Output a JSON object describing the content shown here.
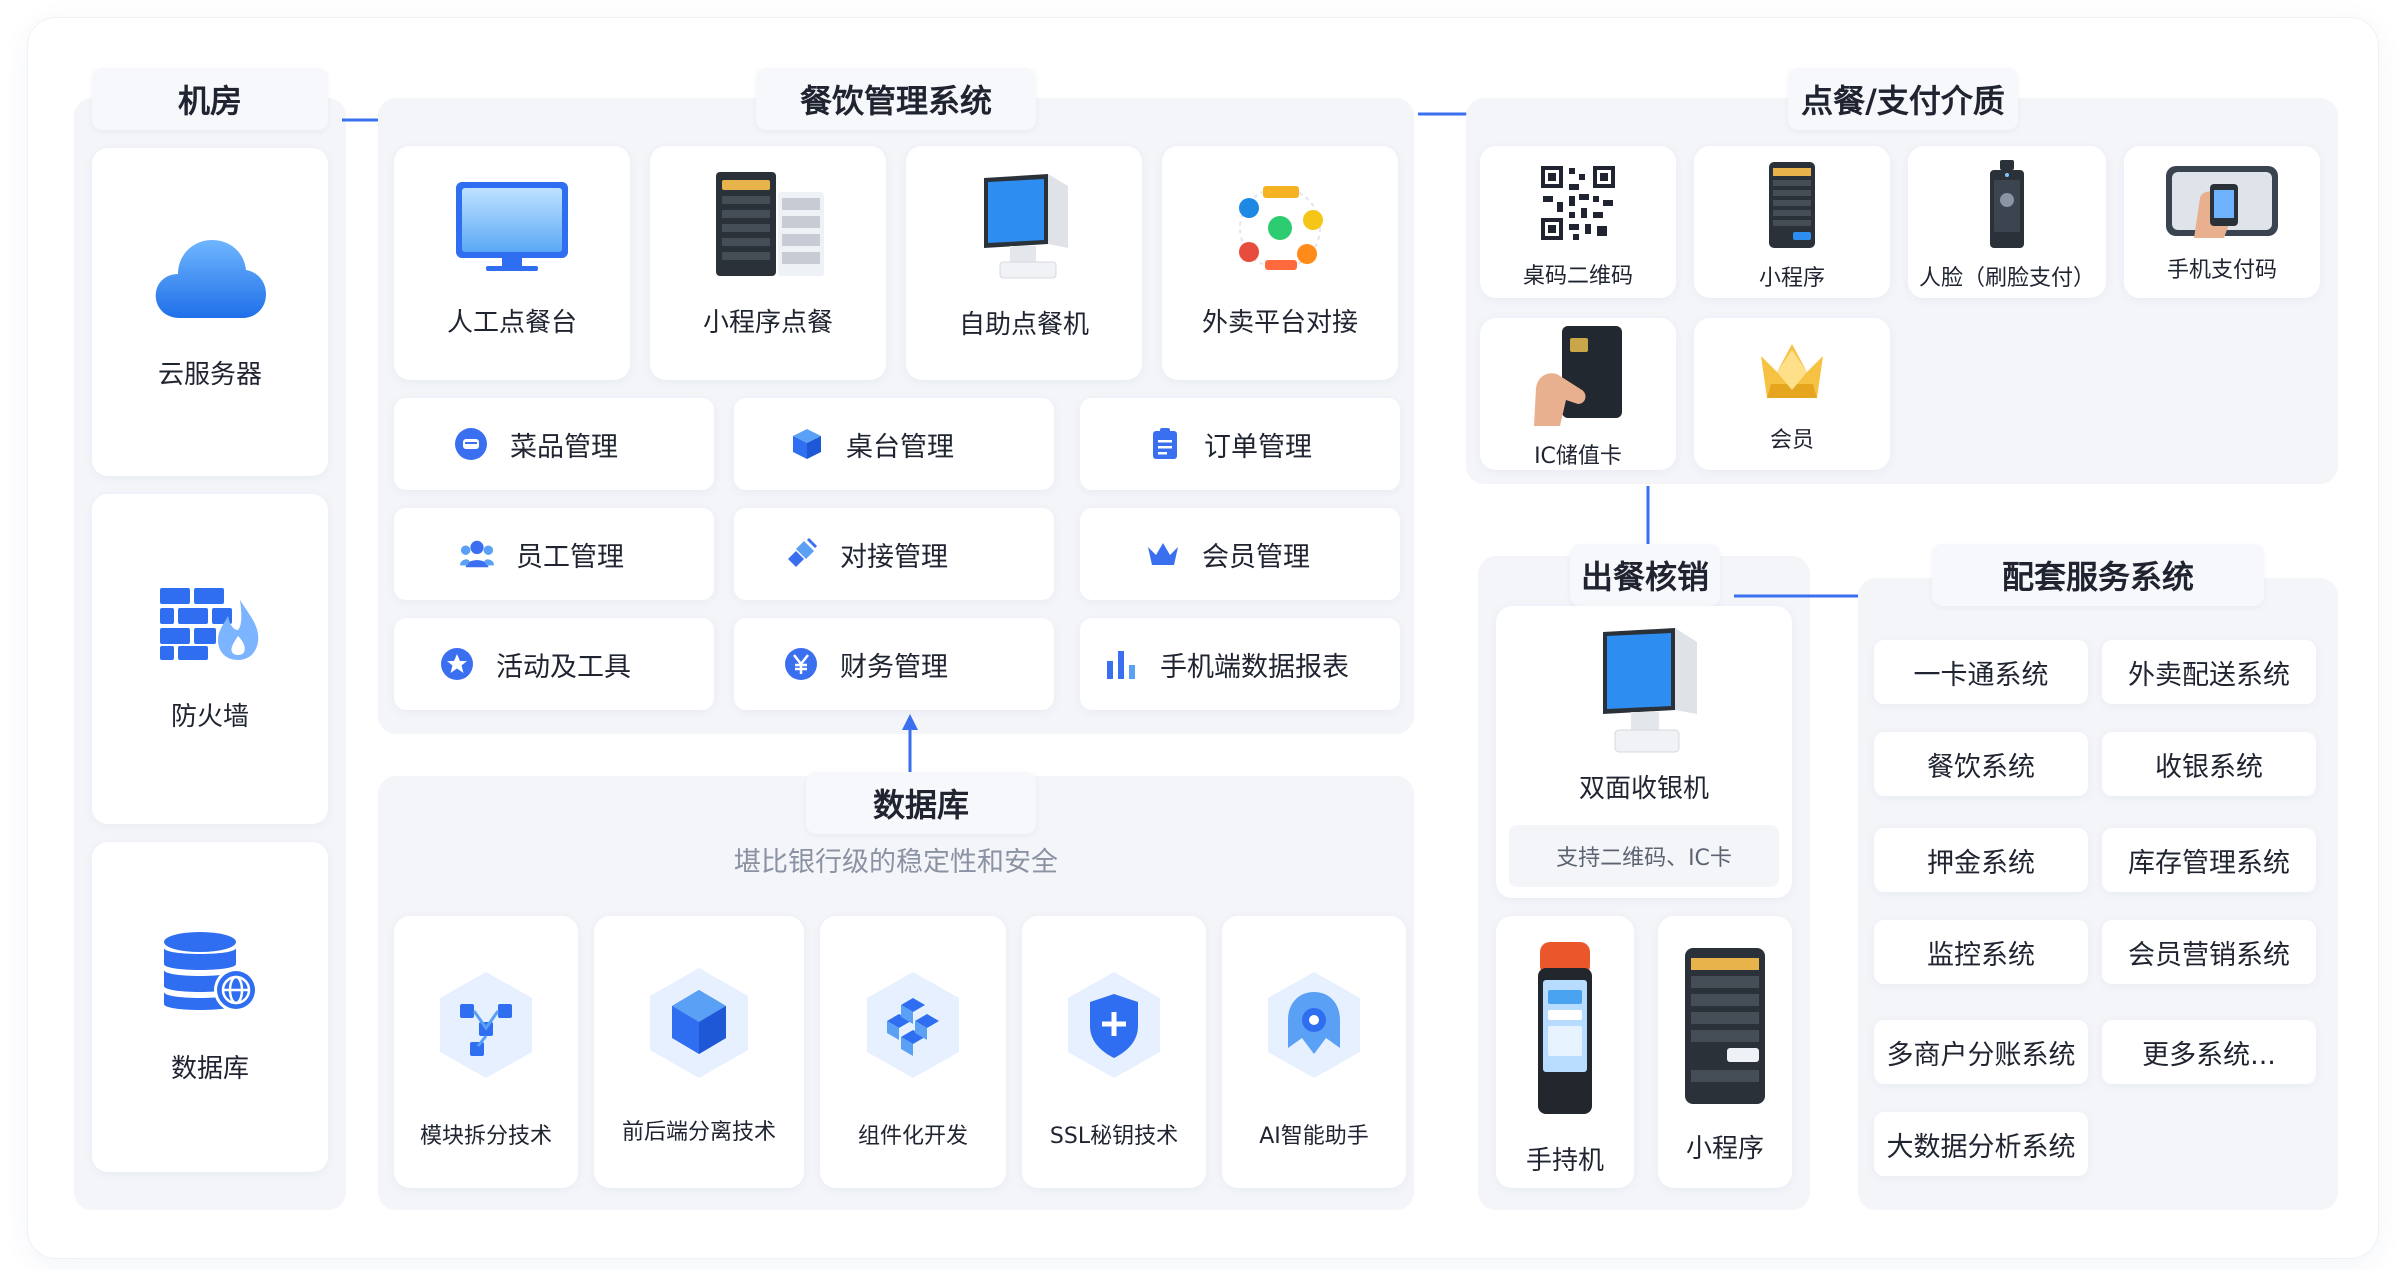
{
  "machine_room": {
    "title": "机房",
    "items": [
      {
        "label": "云服务器",
        "icon": "cloud-icon"
      },
      {
        "label": "防火墙",
        "icon": "firewall-icon"
      },
      {
        "label": "数据库",
        "icon": "database-icon"
      }
    ]
  },
  "catering": {
    "title": "餐饮管理系统",
    "products": [
      {
        "label": "人工点餐台",
        "icon": "monitor-icon"
      },
      {
        "label": "小程序点餐",
        "icon": "mini-program-screen-icon"
      },
      {
        "label": "自助点餐机",
        "icon": "self-order-kiosk-icon"
      },
      {
        "label": "外卖平台对接",
        "icon": "delivery-platforms-icon"
      }
    ],
    "modules": [
      {
        "label": "菜品管理",
        "icon": "dish-icon"
      },
      {
        "label": "桌台管理",
        "icon": "cube-icon"
      },
      {
        "label": "订单管理",
        "icon": "clipboard-icon"
      },
      {
        "label": "员工管理",
        "icon": "users-icon"
      },
      {
        "label": "对接管理",
        "icon": "plug-icon"
      },
      {
        "label": "会员管理",
        "icon": "crown-icon"
      },
      {
        "label": "活动及工具",
        "icon": "star-icon"
      },
      {
        "label": "财务管理",
        "icon": "yen-icon"
      },
      {
        "label": "手机端数据报表",
        "icon": "bar-chart-icon"
      }
    ]
  },
  "database": {
    "title": "数据库",
    "subtitle": "堪比银行级的稳定性和安全",
    "techs": [
      {
        "label": "模块拆分技术",
        "icon": "module-split-icon"
      },
      {
        "label": "前后端分离技术",
        "icon": "frontend-backend-icon"
      },
      {
        "label": "组件化开发",
        "icon": "components-icon"
      },
      {
        "label": "SSL秘钥技术",
        "icon": "shield-icon"
      },
      {
        "label": "AI智能助手",
        "icon": "ai-assistant-icon"
      }
    ]
  },
  "payment": {
    "title": "点餐/支付介质",
    "items": [
      {
        "label": "桌码二维码",
        "icon": "qr-code-icon"
      },
      {
        "label": "小程序",
        "icon": "phone-icon"
      },
      {
        "label": "人脸（刷脸支付）",
        "icon": "face-pay-device-icon"
      },
      {
        "label": "手机支付码",
        "icon": "phone-pay-icon"
      },
      {
        "label": "IC储值卡",
        "icon": "ic-card-icon"
      },
      {
        "label": "会员",
        "icon": "gold-crown-icon"
      }
    ]
  },
  "checkout": {
    "title": "出餐核销",
    "main_label": "双面收银机",
    "main_note": "支持二维码、IC卡",
    "devices": [
      {
        "label": "手持机",
        "icon": "handheld-pos-icon"
      },
      {
        "label": "小程序",
        "icon": "phone-icon"
      }
    ]
  },
  "support": {
    "title": "配套服务系统",
    "items": [
      "一卡通系统",
      "外卖配送系统",
      "餐饮系统",
      "收银系统",
      "押金系统",
      "库存管理系统",
      "监控系统",
      "会员营销系统",
      "多商户分账系统",
      "更多系统...",
      "大数据分析系统"
    ]
  },
  "colors": {
    "accent": "#3a6ff0",
    "light_accent": "#5aa0f5",
    "section_bg": "#f3f5f9"
  }
}
